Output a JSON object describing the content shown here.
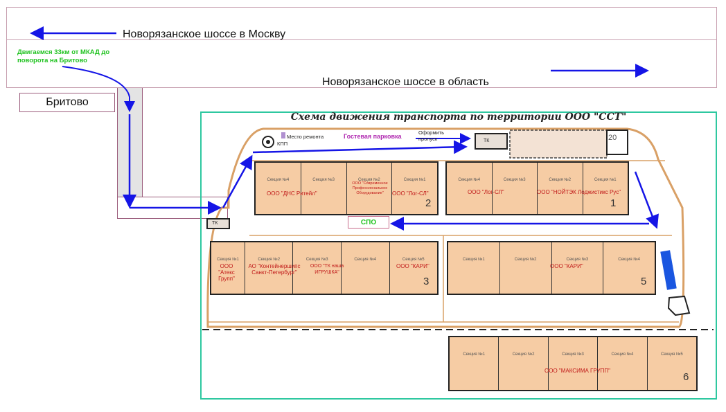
{
  "roads": {
    "to_moscow": "Новорязанское шоссе в Москву",
    "to_region": "Новорязанское шоссе в область",
    "instruction": "Двигаемся 33км от МКАД до поворота на Бритово",
    "britovo": "Бритово"
  },
  "map": {
    "title": "Схема движения транспорта по территории ООО \"ССТ\"",
    "repair": "Место ремонта",
    "kpp": "КПП",
    "guest_parking": "Гостевая парковка",
    "pass_label": "Оформить пропуск",
    "spo": "СПО",
    "gate_left": "ТК",
    "gate_top": "ТК",
    "num_20": "20"
  },
  "buildings": [
    {
      "number": "2",
      "sections": [
        "Секция №4",
        "Секция №3",
        "Секция №2",
        "Секция №1"
      ],
      "tenants": [
        "ООО \"ДНС Ритейл\"",
        "ООО \"Современное Профессиональное Оборудование\"",
        "ООО \"Лог-СЛ\""
      ]
    },
    {
      "number": "1",
      "sections": [
        "Секция №4",
        "Секция №3",
        "Секция №2",
        "Секция №1"
      ],
      "tenants": [
        "ООО \"Лог-СЛ\"",
        "ООО \"НОЙТЭК Лоджистикс Рус\""
      ]
    },
    {
      "number": "3",
      "sections": [
        "Секция №1",
        "Секция №2",
        "Секция №3",
        "Секция №4",
        "Секция №5"
      ],
      "tenants": [
        "ООО \"Атекс Групп\"",
        "АО \"Контейнершипс Санкт-Петербург\"",
        "ООО \"ТК наша ИГРУШКА\"",
        "ООО \"КАРИ\""
      ]
    },
    {
      "number": "5",
      "sections": [
        "Секция №1",
        "Секция №2",
        "Секция №3",
        "Секция №4"
      ],
      "tenants": [
        "ООО \"КАРИ\""
      ]
    },
    {
      "number": "6",
      "sections": [
        "Секция №1",
        "Секция №2",
        "Секция №3",
        "Секция №4",
        "Секция №5"
      ],
      "tenants": [
        "ООО \"МАКСИМА ГРУПП\""
      ]
    }
  ],
  "colors": {
    "route": "#1515e6",
    "road": "#d9a066",
    "building": "#f6cca4",
    "frame": "#2ec8a0",
    "tenant": "#c01818"
  }
}
